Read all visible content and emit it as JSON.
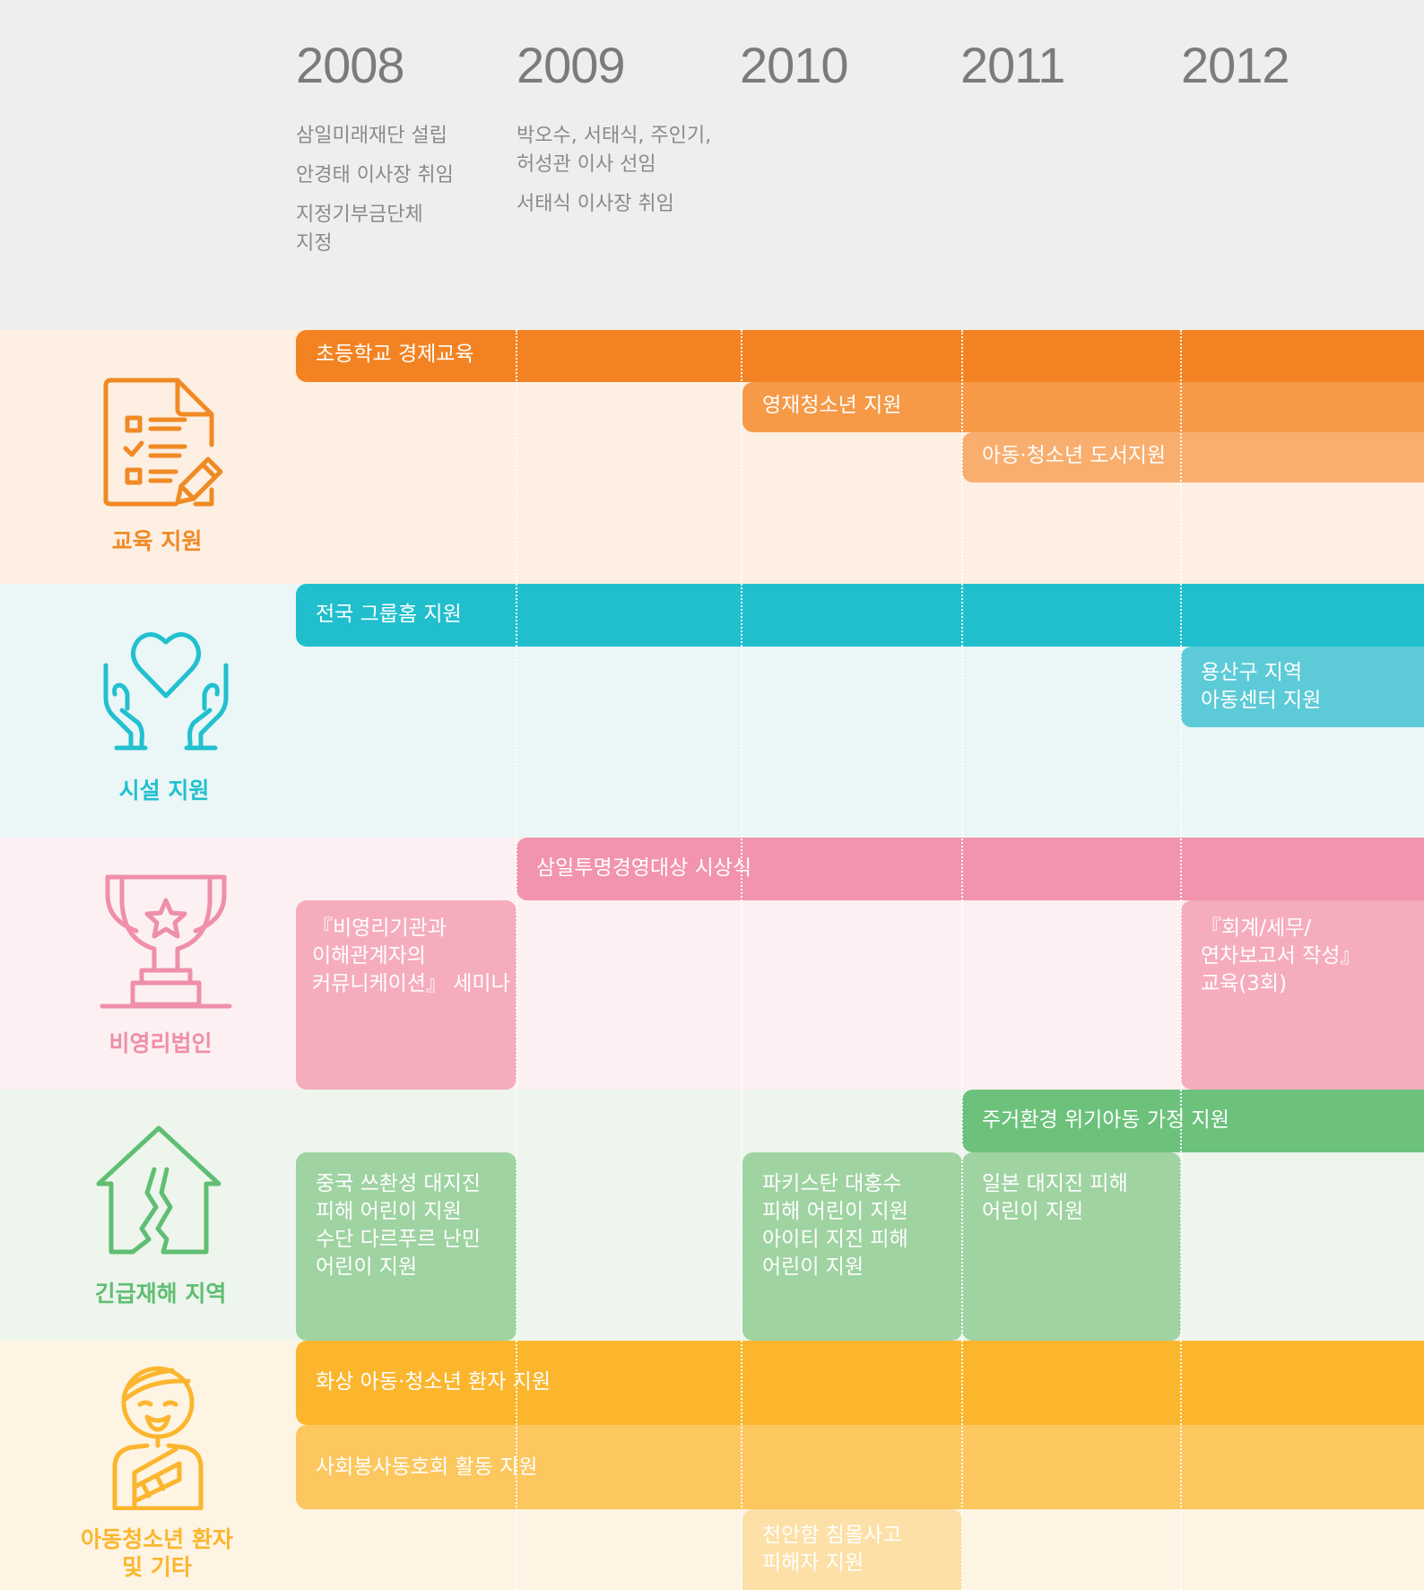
{
  "colors": {
    "header_bg": "#f0eeed",
    "education": "#f08a24",
    "facility": "#22c0cf",
    "nonprofit": "#ef8fa9",
    "disaster": "#60be73",
    "youth": "#fbb62e"
  },
  "years": [
    "2008",
    "2009",
    "2010",
    "2011",
    "2012"
  ],
  "events": {
    "y2008": [
      "삼일미래재단 설립",
      "안경태 이사장 취임",
      "지정기부금단체\n지정"
    ],
    "y2009": [
      "박오수, 서태식, 주인기,\n허성관 이사 선임",
      "서태식 이사장 취임"
    ]
  },
  "categories": [
    {
      "label": "교육 지원",
      "icon": "checklist-pencil-icon"
    },
    {
      "label": "시설 지원",
      "icon": "heart-hands-icon"
    },
    {
      "label": "비영리법인",
      "icon": "trophy-star-icon"
    },
    {
      "label": "긴급재해 지역",
      "icon": "cracked-house-icon"
    },
    {
      "label": "아동청소년 환자\n및 기타",
      "icon": "bandaged-child-icon"
    }
  ],
  "programs": {
    "education": [
      "초등학교 경제교육",
      "영재청소년 지원",
      "아동·청소년 도서지원"
    ],
    "facility": [
      "전국 그룹홈 지원",
      "용산구 지역\n아동센터 지원"
    ],
    "nonprofit": [
      "삼일투명경영대상 시상식",
      "『비영리기관과\n이해관계자의\n커뮤니케이션』 세미나",
      "『회계/세무/\n연차보고서 작성』\n교육(3회)"
    ],
    "disaster": [
      "주거환경 위기아동 가정 지원",
      "중국 쓰촨성 대지진\n피해 어린이 지원\n수단 다르푸르 난민\n어린이 지원",
      "파키스탄 대홍수\n피해 어린이 지원\n아이티 지진 피해\n어린이 지원",
      "일본 대지진 피해\n어린이 지원"
    ],
    "youth": [
      "화상 아동·청소년 환자 지원",
      "사회봉사동호회 활동 지원",
      "천안함 침몰사고\n피해자 지원"
    ]
  }
}
